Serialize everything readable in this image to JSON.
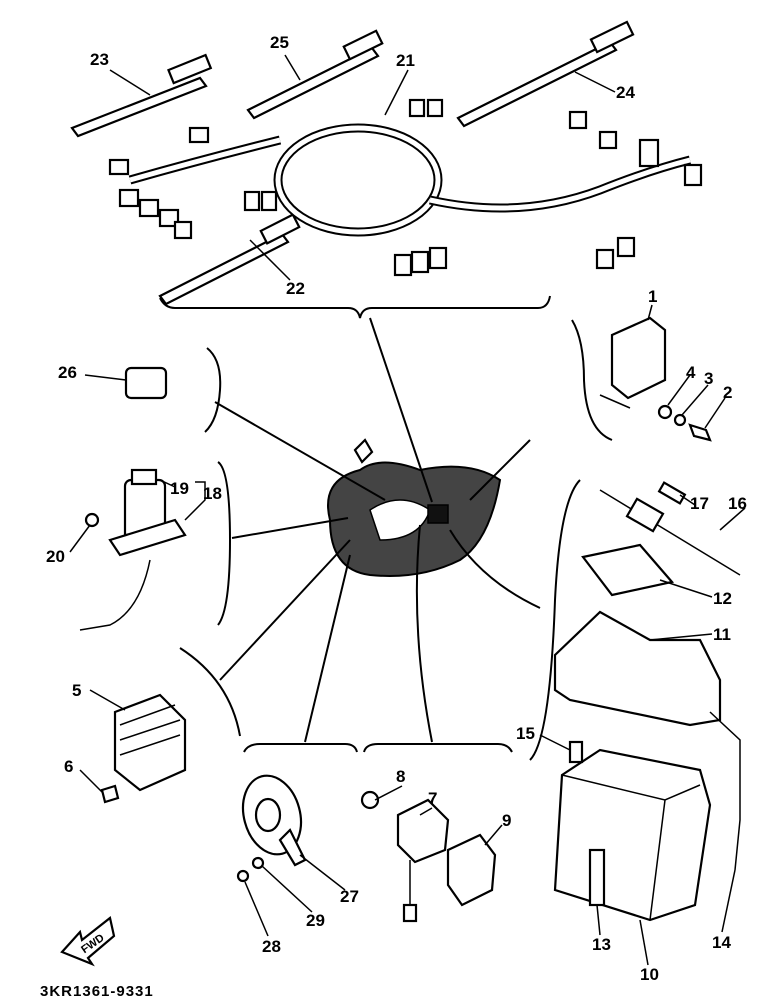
{
  "diagram": {
    "part_code": "3KR1361-9331",
    "fwd_arrow": "FWD",
    "callouts": [
      "1",
      "2",
      "3",
      "4",
      "5",
      "6",
      "7",
      "8",
      "9",
      "10",
      "11",
      "12",
      "13",
      "14",
      "15",
      "16",
      "17",
      "18",
      "19",
      "20",
      "21",
      "22",
      "23",
      "24",
      "25",
      "26",
      "27",
      "28",
      "29"
    ]
  }
}
